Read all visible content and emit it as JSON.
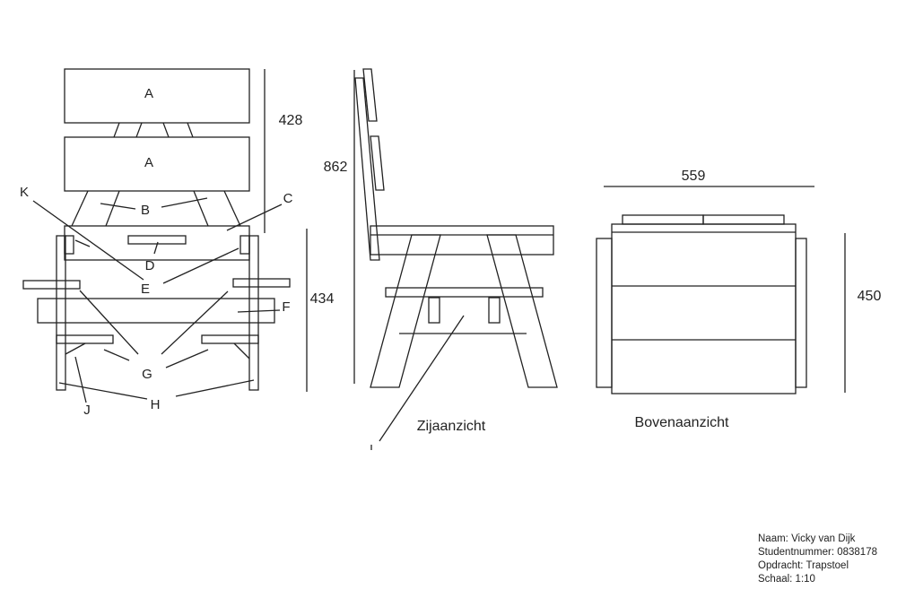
{
  "colors": {
    "line": "#222222",
    "background": "#ffffff"
  },
  "front_view": {
    "part_labels": {
      "a1": "A",
      "a2": "A",
      "b": "B",
      "c": "C",
      "d": "D",
      "e": "E",
      "f": "F",
      "g": "G",
      "h": "H",
      "j": "J",
      "k": "K"
    },
    "dim_back": "428",
    "dim_seat": "434"
  },
  "side_view": {
    "dim_height": "862",
    "caption": "Zijaanzicht"
  },
  "top_view": {
    "dim_width": "559",
    "dim_depth": "450",
    "caption": "Bovenaanzicht"
  },
  "info_block": {
    "name": "Naam: Vicky van Dijk",
    "student": "Studentnummer: 0838178",
    "assignment": "Opdracht: Trapstoel",
    "scale": "Schaal: 1:10"
  }
}
